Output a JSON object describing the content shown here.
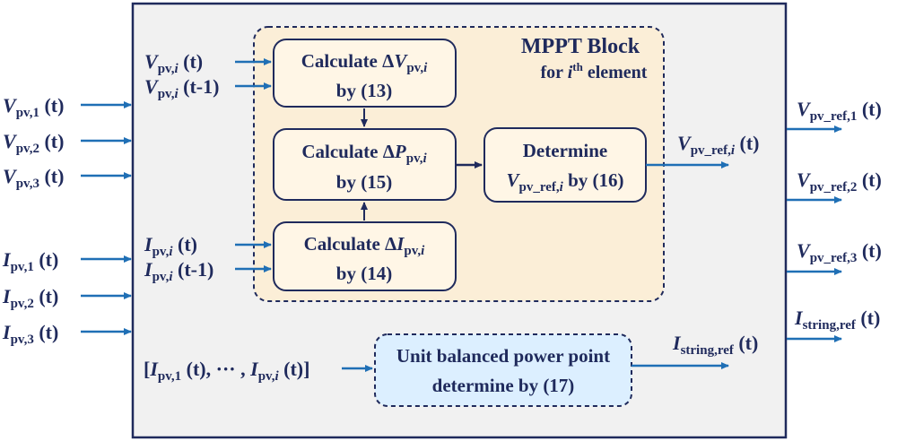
{
  "mppt_block": {
    "title": "MPPT Block",
    "subtitle_pre": "for ",
    "subtitle_i": "i",
    "subtitle_sup": "th",
    "subtitle_post": " element"
  },
  "boxes": {
    "calc_v": {
      "line1": "Calculate Δ",
      "var": "V",
      "sub": "pv,",
      "sub_i": "i",
      "line2": "by (13)"
    },
    "calc_p": {
      "line1": "Calculate Δ",
      "var": "P",
      "sub": "pv,",
      "sub_i": "i",
      "line2": "by (15)"
    },
    "calc_i": {
      "line1": "Calculate Δ",
      "var": "I",
      "sub": "pv,",
      "sub_i": "i",
      "line2": "by (14)"
    },
    "determine": {
      "line1": "Determine",
      "var": "V",
      "sub": "pv_ref,",
      "sub_i": "i",
      "line2_post": " by (16)"
    },
    "unit_balanced": {
      "line1": "Unit balanced power point",
      "line2": "determine by (17)"
    }
  },
  "inputs_left": [
    {
      "var": "V",
      "sub": "pv,1",
      "arg": " (t)"
    },
    {
      "var": "V",
      "sub": "pv,2",
      "arg": " (t)"
    },
    {
      "var": "V",
      "sub": "pv,3",
      "arg": " (t)"
    },
    {
      "var": "I",
      "sub": "pv,1",
      "arg": " (t)"
    },
    {
      "var": "I",
      "sub": "pv,2",
      "arg": " (t)"
    },
    {
      "var": "I",
      "sub": "pv,3",
      "arg": " (t)"
    }
  ],
  "inner_inputs": [
    {
      "var": "V",
      "sub": "pv,",
      "sub_i": "i",
      "arg": " (t)"
    },
    {
      "var": "V",
      "sub": "pv,",
      "sub_i": "i",
      "arg": " (t-1)"
    },
    {
      "var": "I",
      "sub": "pv,",
      "sub_i": "i",
      "arg": " (t)"
    },
    {
      "var": "I",
      "sub": "pv,",
      "sub_i": "i",
      "arg": " (t-1)"
    }
  ],
  "vector_input": {
    "open": "[",
    "var1": "I",
    "sub1": "pv,1",
    "arg1": " (t), ··· , ",
    "var2": "I",
    "sub2": "pv,",
    "sub2_i": "i",
    "arg2": " (t)",
    "close": "]"
  },
  "inner_outputs": [
    {
      "var": "V",
      "sub": "pv_ref,",
      "sub_i": "i",
      "arg": " (t)"
    },
    {
      "var": "I",
      "sub": "string,ref",
      "arg": " (t)"
    }
  ],
  "outputs_right": [
    {
      "var": "V",
      "sub": "pv_ref,1",
      "arg": " (t)"
    },
    {
      "var": "V",
      "sub": "pv_ref,2",
      "arg": " (t)"
    },
    {
      "var": "V",
      "sub": "pv_ref,3",
      "arg": " (t)"
    },
    {
      "var": "I",
      "sub": "string,ref",
      "arg": " (t)"
    }
  ],
  "colors": {
    "text": "#1f2a5c",
    "arrow": "#1f6fb5",
    "outer_fill": "#f1f1f1",
    "outer_border": "#1f2a5c",
    "mppt_fill": "#fbeed7",
    "box_fill": "#fff6e6",
    "unit_fill": "#dcefff"
  }
}
